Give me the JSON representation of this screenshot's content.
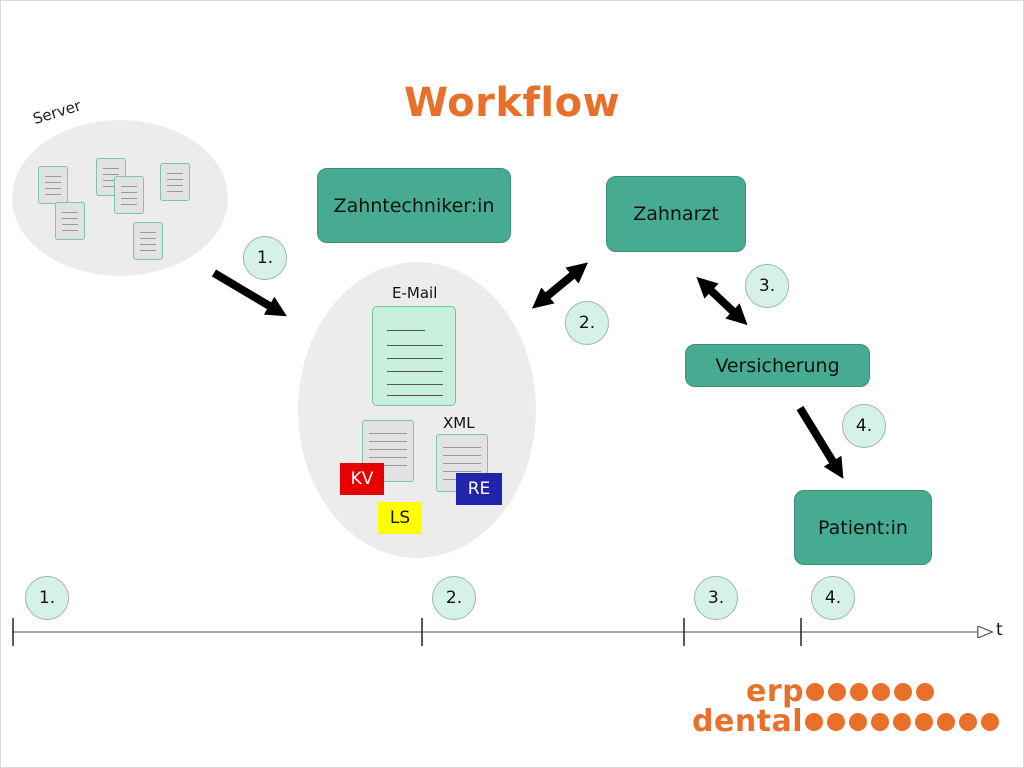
{
  "title": "Workflow",
  "server": {
    "label": "Server"
  },
  "nodes": {
    "zahntechniker": "Zahntechniker:in",
    "zahnarzt": "Zahnarzt",
    "versicherung": "Versicherung",
    "patient": "Patient:in"
  },
  "email_group": {
    "email_label": "E-Mail",
    "xml_label": "XML",
    "tags": {
      "kv": "KV",
      "ls": "LS",
      "re": "RE"
    }
  },
  "step_badges": [
    "1.",
    "2.",
    "3.",
    "4."
  ],
  "timeline": {
    "axis_label": "t",
    "markers": [
      "1.",
      "2.",
      "3.",
      "4."
    ]
  },
  "logo": {
    "line1": "erp",
    "line2": "dental"
  },
  "colors": {
    "accent_orange": "#e8702a",
    "node_green": "#47ab92",
    "badge_mint": "#d6f2e6",
    "kv_red": "#e60000",
    "ls_yellow": "#ffff00",
    "re_blue": "#2222aa"
  }
}
